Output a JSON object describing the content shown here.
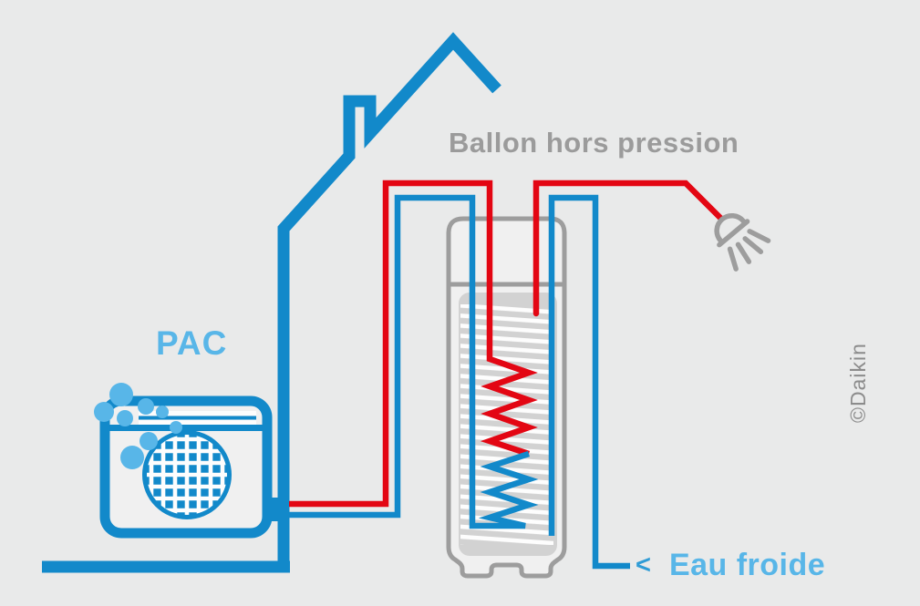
{
  "labels": {
    "title": "Ballon hors pression",
    "pac": "PAC",
    "cold_water_arrow": "<",
    "cold_water": "Eau froide",
    "credit": "©Daikin"
  },
  "colors": {
    "daikin_blue": "#1289ca",
    "light_blue": "#58b6e8",
    "arrow_blue": "#2f9cd6",
    "red": "#e30613",
    "outline_gray": "#9d9d9d",
    "text_gray": "#9b9b9b",
    "credit_gray": "#8c8c8c",
    "tank_gray": "#d2d2d2",
    "shell_fill": "#f0f0f0",
    "stripe_white": "#fdfdfd",
    "background": "#e9eaea"
  },
  "icons": {
    "house": "house-outline-icon",
    "heat_pump": "heat-pump-icon",
    "fan": "fan-grille-icon",
    "bubbles": "air-bubbles-icon",
    "tank": "water-tank-icon",
    "coil": "heat-exchanger-coil-icon",
    "shower": "shower-head-icon"
  }
}
